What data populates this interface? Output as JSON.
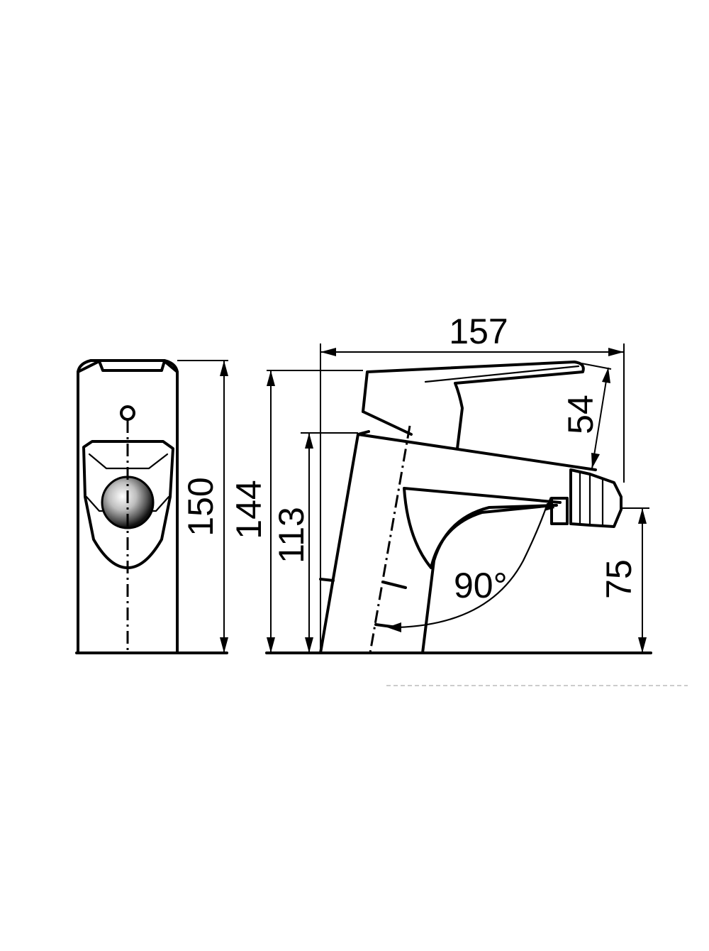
{
  "dimensions": {
    "width_157": "157",
    "height_150": "150",
    "height_144": "144",
    "height_113": "113",
    "lever_54": "54",
    "spout_75": "75",
    "angle_90": "90°"
  }
}
